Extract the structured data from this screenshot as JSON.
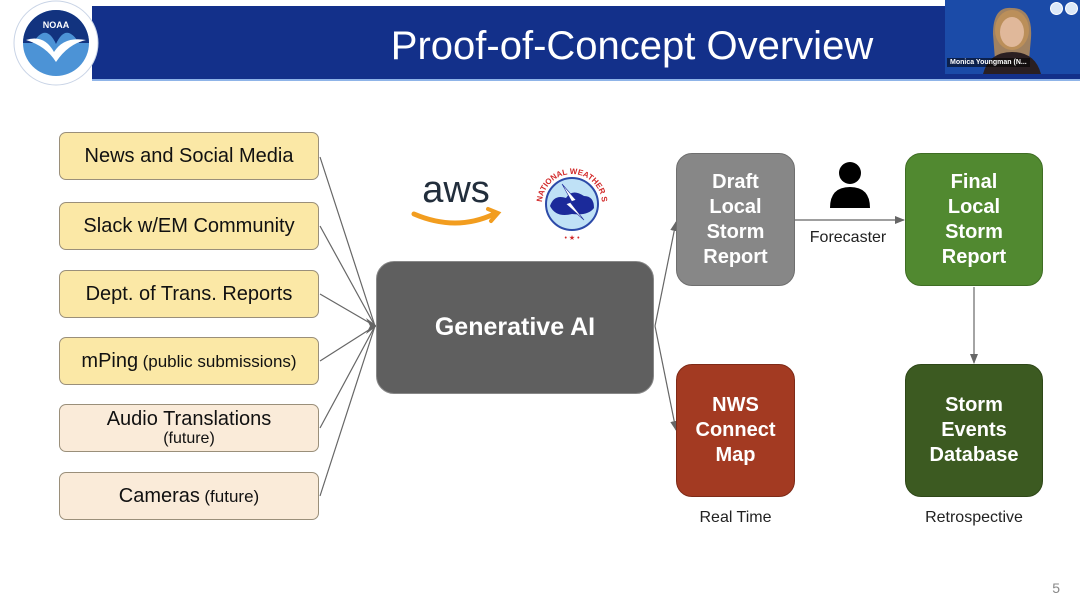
{
  "slide": {
    "title": "Proof-of-Concept Overview",
    "page_number": "5",
    "header_color": "#13308a"
  },
  "logos": {
    "noaa": {
      "icon": "noaa-logo",
      "label": "NOAA"
    },
    "aws": {
      "icon": "aws-logo",
      "label": "aws"
    },
    "nws": {
      "icon": "national-weather-service-logo",
      "label": "NATIONAL WEATHER SERVICE"
    }
  },
  "video_call": {
    "participant_name": "Monica Youngman (N..."
  },
  "sources": [
    {
      "main": "News and Social Media",
      "sub": "",
      "status": "active"
    },
    {
      "main": "Slack w/EM Community",
      "sub": "",
      "status": "active"
    },
    {
      "main": "Dept. of Trans. Reports",
      "sub": "",
      "status": "active"
    },
    {
      "main": "mPing",
      "sub": "(public submissions)",
      "status": "active"
    },
    {
      "main": "Audio Translations",
      "sub": "(future)",
      "status": "future"
    },
    {
      "main": "Cameras",
      "sub": "(future)",
      "status": "future"
    }
  ],
  "hub": {
    "label": "Generative AI",
    "color": "#5f5f5f"
  },
  "outputs": {
    "draft": {
      "label": "Draft\nLocal\nStorm\nReport",
      "color": "#878787"
    },
    "final": {
      "label": "Final\nLocal\nStorm\nReport",
      "color": "#518930"
    },
    "nws_map": {
      "label": "NWS\nConnect\nMap",
      "color": "#a33a22"
    },
    "storm_db": {
      "label": "Storm\nEvents\nDatabase",
      "color": "#3c5a21"
    }
  },
  "captions": {
    "forecaster": "Forecaster",
    "real_time": "Real Time",
    "retrospective": "Retrospective"
  },
  "colors": {
    "source_active": "#fbe8a6",
    "source_future": "#faebd9"
  }
}
